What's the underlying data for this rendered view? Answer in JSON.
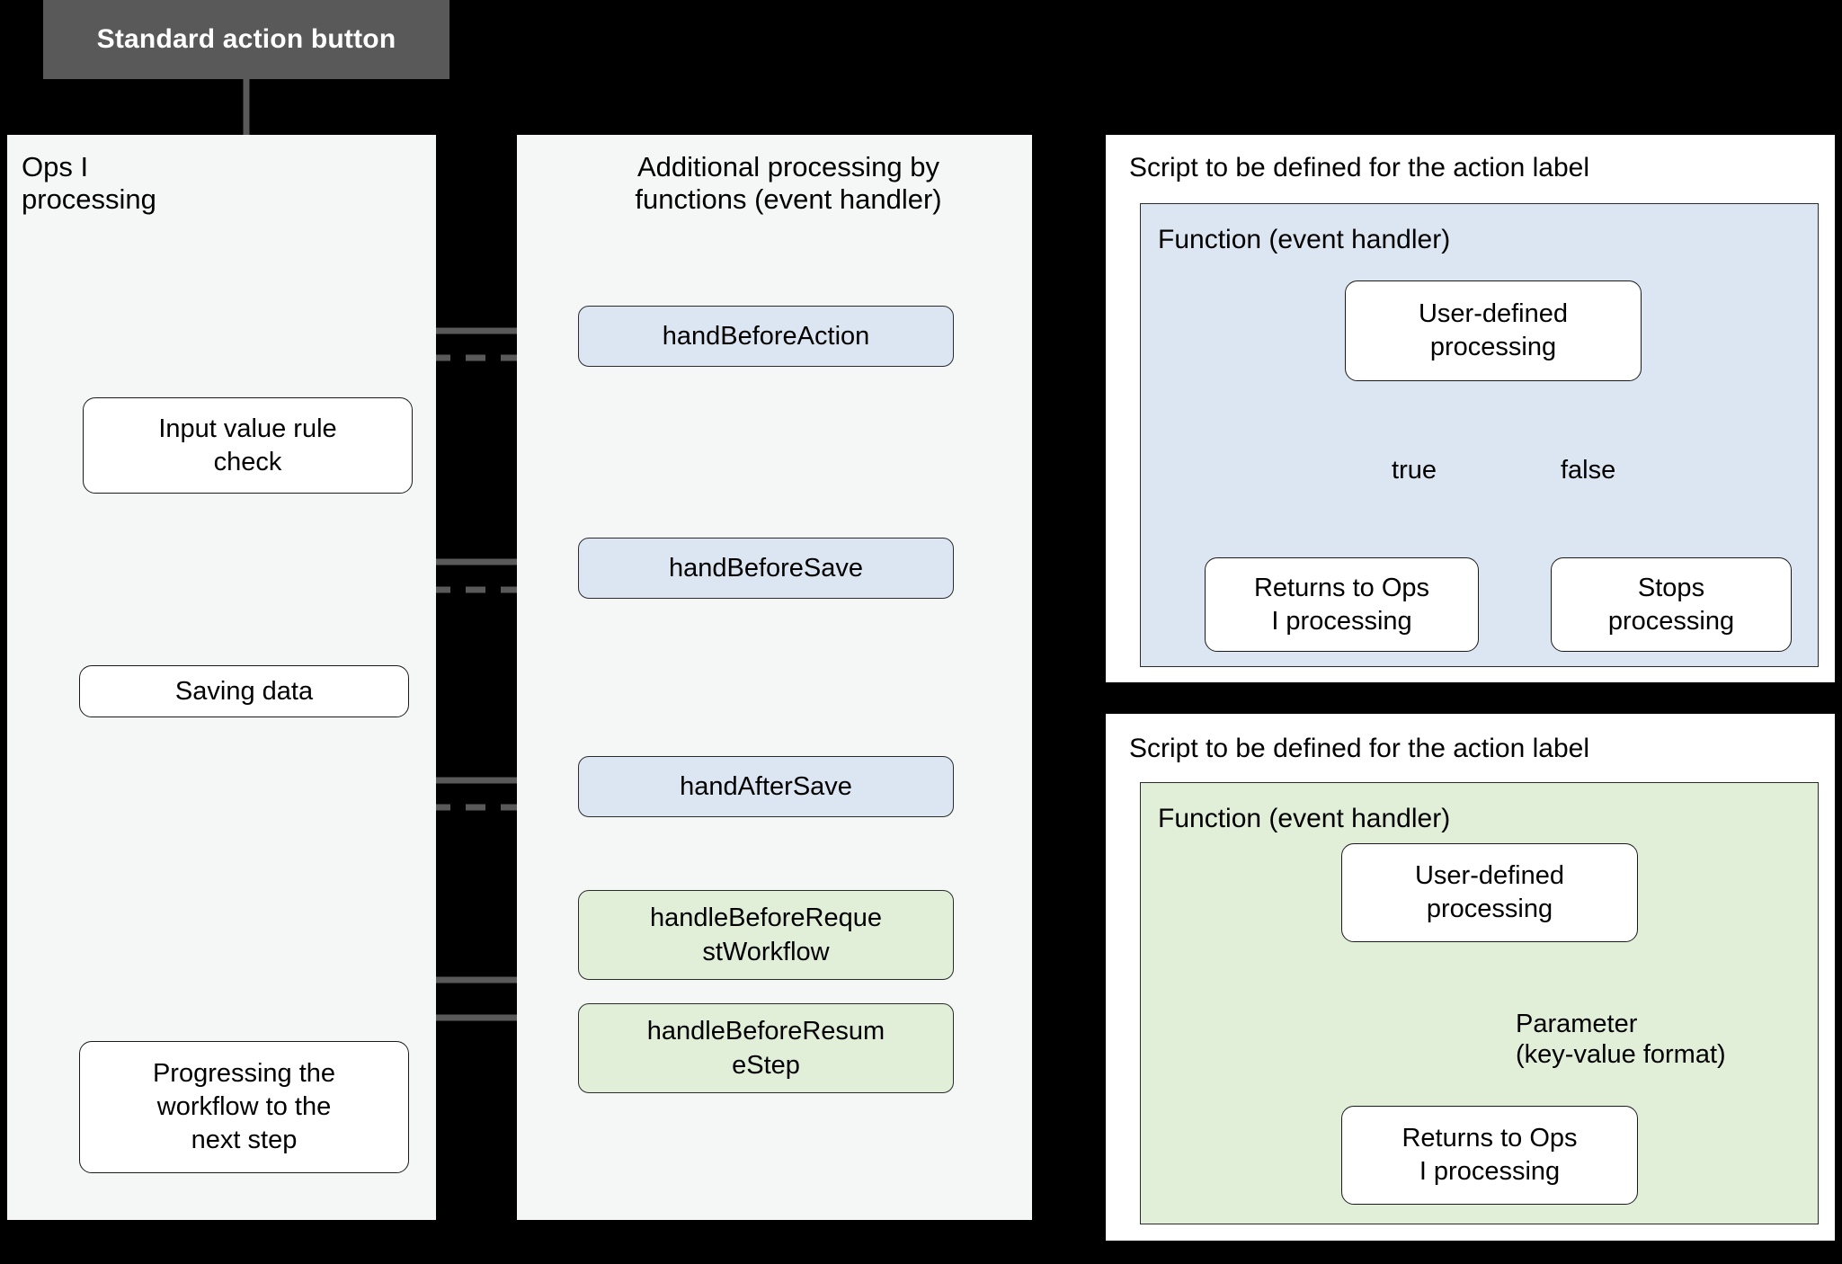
{
  "header": {
    "action_button_label": "Standard action button"
  },
  "colors": {
    "background": "#000000",
    "panel": "#f5f6f6",
    "panel_white": "#ffffff",
    "action_button": "#595959",
    "handler_blue": "#dce6f2",
    "handler_green": "#e1efd9",
    "arrow_gray": "#595959",
    "arrow_black": "#000000",
    "node_border": "#1a1a1a"
  },
  "left_panel": {
    "title": "Ops I\nprocessing",
    "nodes": [
      {
        "id": "input-value-rule-check",
        "label": "Input value rule\ncheck"
      },
      {
        "id": "saving-data",
        "label": "Saving data"
      },
      {
        "id": "progressing-workflow",
        "label": "Progressing the\nworkflow to the\nnext step"
      }
    ]
  },
  "center_panel": {
    "title": "Additional processing by\nfunctions (event handler)",
    "handlers": [
      {
        "id": "handBeforeAction",
        "label": "handBeforeAction",
        "color": "blue"
      },
      {
        "id": "handBeforeSave",
        "label": "handBeforeSave",
        "color": "blue"
      },
      {
        "id": "handAfterSave",
        "label": "handAfterSave",
        "color": "blue"
      },
      {
        "id": "handleBeforeRequestWorkflow",
        "label": "handleBeforeReque\nstWorkflow",
        "color": "green"
      },
      {
        "id": "handleBeforeResumeStep",
        "label": "handleBeforeResum\neStep",
        "color": "green"
      }
    ]
  },
  "right_panels": [
    {
      "id": "script-blue",
      "title": "Script to be defined for the action label",
      "subtitle": "Function (event handler)",
      "color": "blue",
      "nodes": [
        {
          "id": "user-defined-processing",
          "label": "User-defined\nprocessing"
        },
        {
          "id": "returns-to-ops",
          "label": "Returns to Ops\nI processing"
        },
        {
          "id": "stops-processing",
          "label": "Stops\nprocessing"
        }
      ],
      "branch_labels": {
        "true": "true",
        "false": "false"
      }
    },
    {
      "id": "script-green",
      "title": "Script to be defined for the action label",
      "subtitle": "Function (event handler)",
      "color": "green",
      "nodes": [
        {
          "id": "user-defined-processing",
          "label": "User-defined\nprocessing"
        },
        {
          "id": "returns-to-ops",
          "label": "Returns to Ops\nI processing"
        }
      ],
      "edge_label": "Parameter\n(key-value format)"
    }
  ]
}
